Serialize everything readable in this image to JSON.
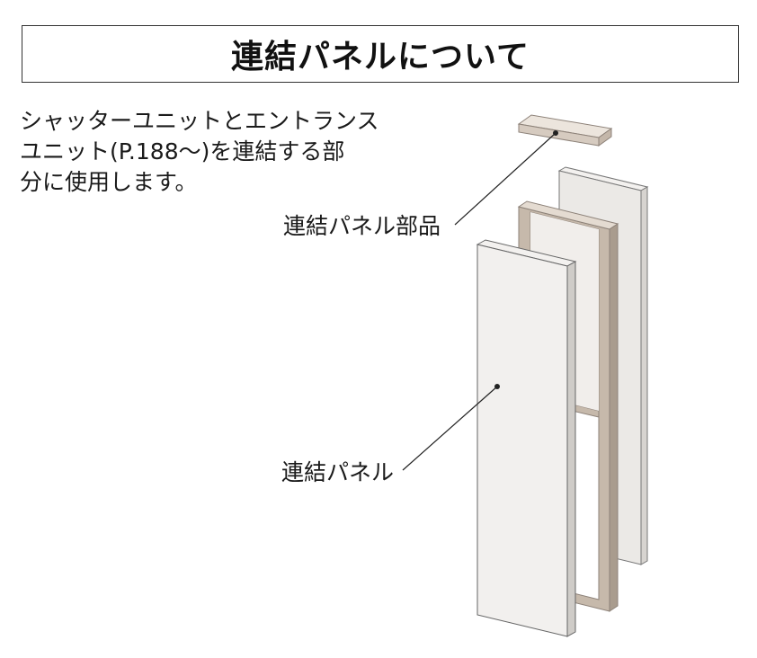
{
  "title": "連結パネルについて",
  "description_lines": [
    "シャッターユニットとエントランス",
    "ユニット(P.188〜)を連結する部",
    "分に使用します。"
  ],
  "callouts": {
    "parts_label": "連結パネル部品",
    "panel_label": "連結パネル"
  }
}
